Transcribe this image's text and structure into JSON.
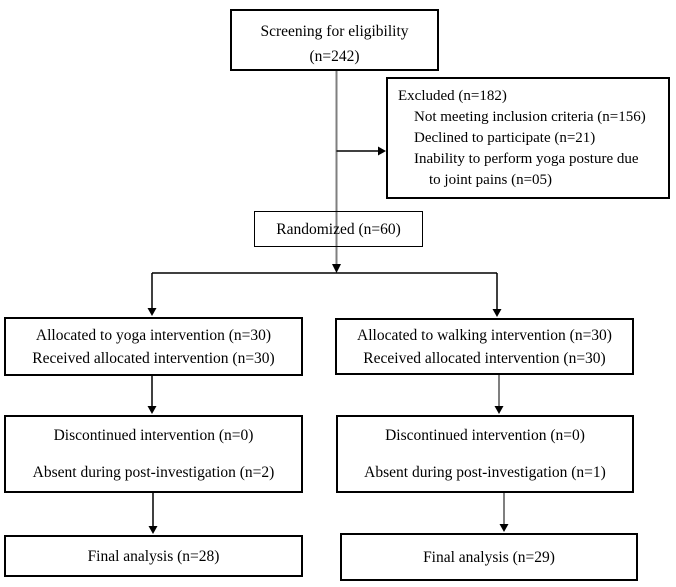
{
  "diagram": {
    "kind": "participant-flow-chart",
    "colors": {
      "background": "#ffffff",
      "box_border": "#000000",
      "text": "#000000",
      "connector_black": "#000000",
      "connector_gray": "#7f7f7f"
    }
  },
  "flowchart": {
    "screening": {
      "line1": "Screening for eligibility",
      "line2": "(n=242)"
    },
    "excluded": {
      "title": "Excluded (n=182)",
      "reason1": "Not meeting inclusion criteria (n=156)",
      "reason2": "Declined to participate (n=21)",
      "reason3": "Inability to perform yoga posture due",
      "reason3_cont": "to joint pains (n=05)"
    },
    "randomized": {
      "label": "Randomized (n=60)"
    },
    "yoga_allocation": {
      "line1": "Allocated to yoga intervention (n=30)",
      "line2": "Received allocated intervention (n=30)"
    },
    "walking_allocation": {
      "line1": "Allocated to walking intervention (n=30)",
      "line2": "Received allocated intervention (n=30)"
    },
    "yoga_followup": {
      "line1": "Discontinued intervention (n=0)",
      "line2": "Absent during post-investigation (n=2)"
    },
    "walking_followup": {
      "line1": "Discontinued intervention (n=0)",
      "line2": "Absent during post-investigation (n=1)"
    },
    "yoga_analysis": {
      "label": "Final analysis (n=28)"
    },
    "walking_analysis": {
      "label": "Final analysis (n=29)"
    }
  }
}
